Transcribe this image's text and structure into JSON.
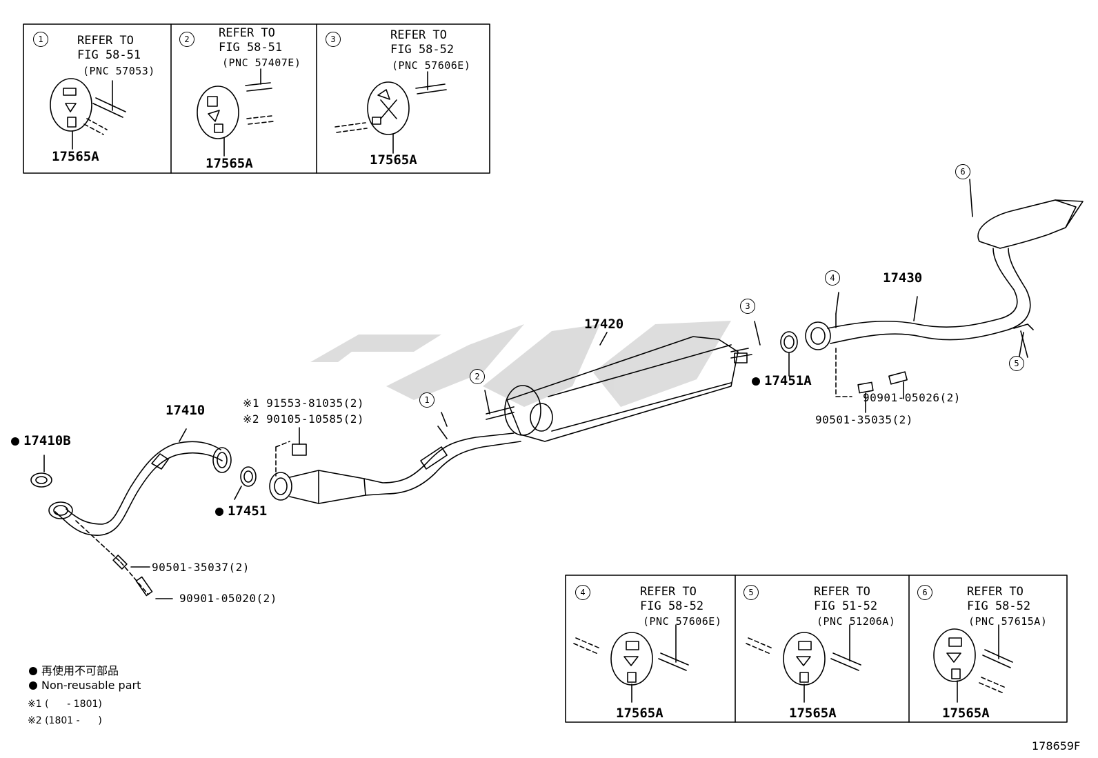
{
  "boxes": {
    "top": [
      {
        "num": "1",
        "refer": "REFER TO",
        "fig": "FIG 58-51",
        "pnc": "(PNC 57053)",
        "part": "17565A"
      },
      {
        "num": "2",
        "refer": "REFER TO",
        "fig": "FIG 58-51",
        "pnc": "(PNC 57407E)",
        "part": "17565A"
      },
      {
        "num": "3",
        "refer": "REFER TO",
        "fig": "FIG 58-52",
        "pnc": "(PNC 57606E)",
        "part": "17565A"
      }
    ],
    "bottom": [
      {
        "num": "4",
        "refer": "REFER TO",
        "fig": "FIG 58-52",
        "pnc": "(PNC 57606E)",
        "part": "17565A"
      },
      {
        "num": "5",
        "refer": "REFER TO",
        "fig": "FIG 51-52",
        "pnc": "(PNC 51206A)",
        "part": "17565A"
      },
      {
        "num": "6",
        "refer": "REFER TO",
        "fig": "FIG 58-52",
        "pnc": "(PNC 57615A)",
        "part": "17565A"
      }
    ]
  },
  "parts": {
    "p17410": "17410",
    "p17410B": "17410B",
    "p17451": "17451",
    "p17451A": "17451A",
    "p17420": "17420",
    "p17430": "17430",
    "b1": "※1 91553-81035(2)",
    "b2": "※2 90105-10585(2)",
    "s1": "90501-35037(2)",
    "s2": "90901-05020(2)",
    "s3": "90901-05026(2)",
    "s4": "90501-35035(2)"
  },
  "callouts": {
    "c1": "1",
    "c2": "2",
    "c3": "3",
    "c4": "4",
    "c5": "5",
    "c6": "6"
  },
  "legend": {
    "jp": "再使用不可部品",
    "en": "Non-reusable part",
    "n1": "※1 (      - 1801)",
    "n2": "※2 (1801 -      )"
  },
  "figure_id": "178659F"
}
